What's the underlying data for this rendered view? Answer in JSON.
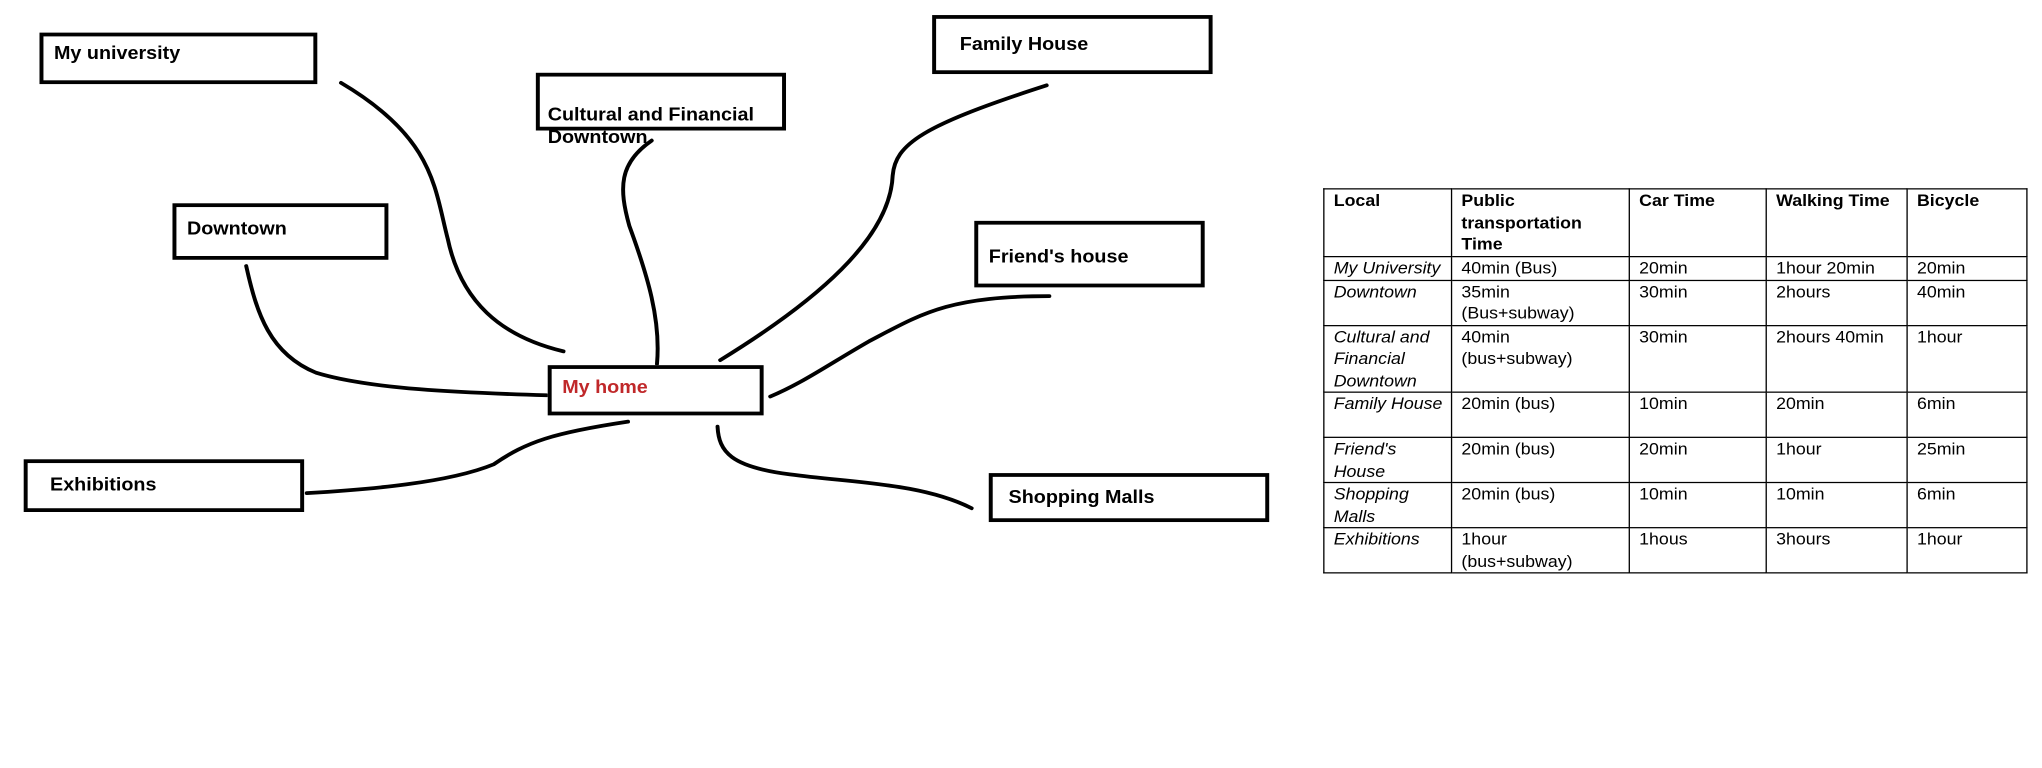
{
  "diagram": {
    "center": "My home",
    "nodes": {
      "university": "My university",
      "cultural": "Cultural and Financial\nDowntown",
      "family": "Family House",
      "downtown": "Downtown",
      "friend": "Friend's house",
      "exhibitions": "Exhibitions",
      "shopping": "Shopping Malls"
    },
    "colors": {
      "center_text": "#c0282a",
      "lines": "#000000"
    }
  },
  "table": {
    "headers": [
      "Local",
      "Public transportation Time",
      "Car Time",
      "Walking Time",
      "Bicycle"
    ],
    "rows": [
      [
        "My University",
        "40min (Bus)",
        "20min",
        "1hour 20min",
        "20min"
      ],
      [
        "Downtown",
        "35min (Bus+subway)",
        "30min",
        "2hours",
        "40min"
      ],
      [
        "Cultural and Financial Downtown",
        "40min (bus+subway)",
        "30min",
        "2hours 40min",
        "1hour"
      ],
      [
        "Family House",
        "20min (bus)",
        "10min",
        "20min",
        "6min"
      ],
      [
        "Friend's House",
        "20min (bus)",
        "20min",
        "1hour",
        "25min"
      ],
      [
        "Shopping Malls",
        "20min (bus)",
        "10min",
        "10min",
        "6min"
      ],
      [
        "Exhibitions",
        "1hour (bus+subway)",
        "1hous",
        "3hours",
        "1hour"
      ]
    ]
  }
}
